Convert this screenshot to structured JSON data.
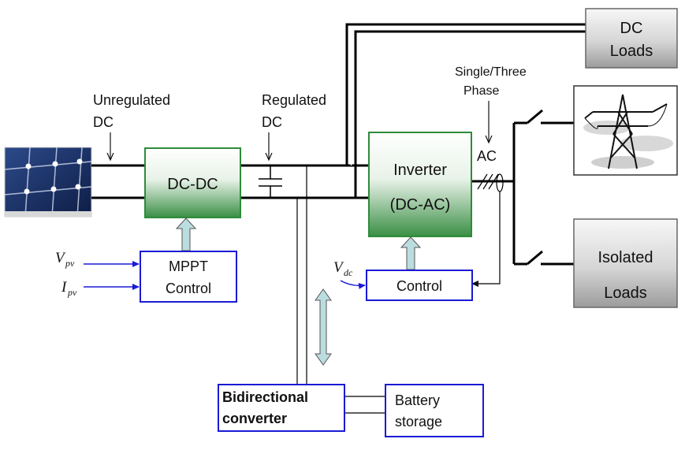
{
  "labels": {
    "unregulated_line1": "Unregulated",
    "unregulated_line2": "DC",
    "regulated_line1": "Regulated",
    "regulated_line2": "DC",
    "single_three_line1": "Single/Three",
    "single_three_line2": "Phase",
    "ac": "AC"
  },
  "blocks": {
    "dcdc": "DC-DC",
    "inverter_line1": "Inverter",
    "inverter_line2": "(DC-AC)",
    "mppt_line1": "MPPT",
    "mppt_line2": "Control",
    "control": "Control",
    "bidir_line1": "Bidirectional",
    "bidir_line2": "converter",
    "battery_line1": "Battery",
    "battery_line2": "storage",
    "dc_loads_line1": "DC",
    "dc_loads_line2": "Loads",
    "isolated_line1": "Isolated",
    "isolated_line2": "Loads"
  },
  "signals": {
    "vpv": "V",
    "vpv_sub": "pv",
    "ipv": "I",
    "ipv_sub": "pv",
    "vdc": "V",
    "vdc_sub": "dc"
  },
  "icons": {
    "solar_panel": "solar-panel-icon",
    "power_tower": "transmission-tower-icon"
  },
  "colors": {
    "green_block_top": "#ffffff",
    "green_block_bottom": "#2e8b3a",
    "green_border": "#2e8b3a",
    "blue": "#1a1ad6",
    "arrow_fill": "#bcdde0",
    "gray_box_top": "#f4f4f4",
    "gray_box_bottom": "#9a9a9a"
  }
}
